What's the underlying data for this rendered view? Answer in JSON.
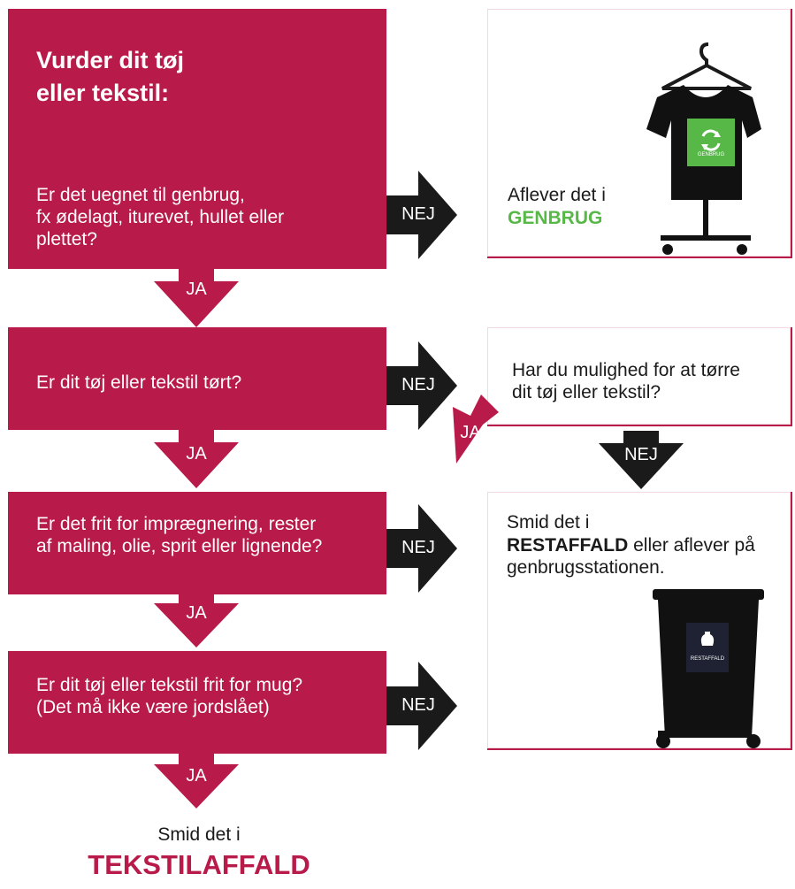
{
  "colors": {
    "box": "#b81a4a",
    "arrow_dark": "#1a1a1a",
    "genbrug_green": "#57b847",
    "restaffald_text": "#b81a4a"
  },
  "q1": {
    "title": "Vurder dit tøj\neller tekstil:",
    "text": "Er det uegnet til genbrug,\nfx ødelagt, iturevet, hullet eller\nplettet?"
  },
  "q2": {
    "text": "Er dit tøj eller tekstil tørt?"
  },
  "q3": {
    "text": "Er det frit for imprægnering, rester\naf maling, olie, sprit eller lignende?"
  },
  "q4": {
    "text": "Er dit tøj eller tekstil frit for mug?\n(Det må ikke være jordslået)"
  },
  "labels": {
    "ja": "JA",
    "nej": "NEJ"
  },
  "genbrug_box": {
    "prefix": "Aflever det i",
    "highlight": "GENBRUG",
    "tag": "GENBRUG"
  },
  "dry_box": {
    "text": "Har du mulighed for at tørre\ndit tøj eller tekstil?"
  },
  "rest_box": {
    "line1": "Smid det i",
    "highlight": "RESTAFFALD",
    "rest": "eller aflever på\ngenbrugsstationen.",
    "tag": "RESTAFFALD"
  },
  "final": {
    "prefix": "Smid det i",
    "highlight": "TEKSTILAFFALD"
  }
}
